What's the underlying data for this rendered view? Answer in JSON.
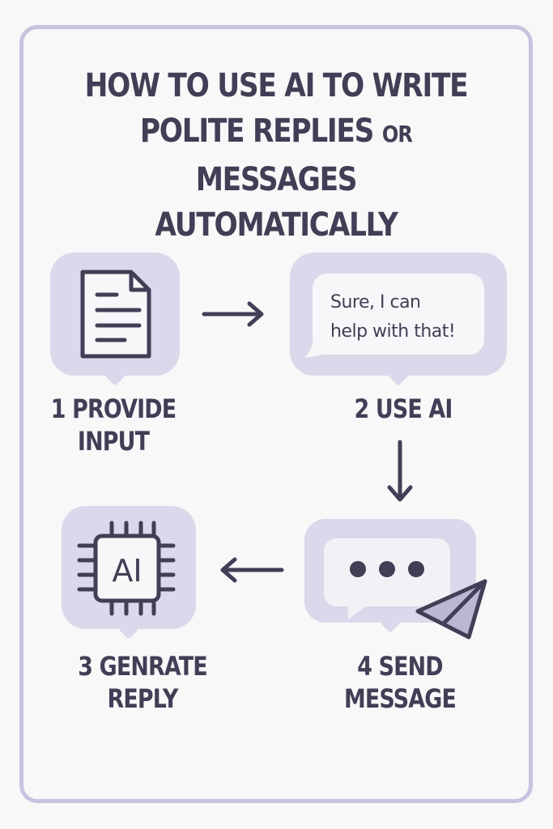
{
  "title": {
    "line1": "HOW TO USE AI TO WRITE",
    "line2_part1": "POLITE REPLIES",
    "line2_connector": "OR",
    "line2_part2": "MESSAGES",
    "line3": "AUTOMATICALLY"
  },
  "colors": {
    "background": "#f9f7f8",
    "frame_border": "#c8c3de",
    "card_fill": "#dcd7ea",
    "text": "#433d56",
    "bubble_inner": "#f8f6f8"
  },
  "steps": [
    {
      "number": "1",
      "label_line1": "1 PROVIDE",
      "label_line2": "INPUT",
      "icon": "document-icon"
    },
    {
      "number": "2",
      "label_line1": "2 USE AI",
      "label_line2": "",
      "icon": "speech-bubble-icon",
      "bubble_text_line1": "Sure, I can",
      "bubble_text_line2": "help with that!"
    },
    {
      "number": "3",
      "label_line1": "3 GENRATE",
      "label_line2": "REPLY",
      "icon": "ai-chip-icon",
      "chip_text": "AI"
    },
    {
      "number": "4",
      "label_line1": "4 SEND",
      "label_line2": "MESSAGE",
      "icon": "chat-send-icon"
    }
  ],
  "flow": [
    {
      "from": "1",
      "to": "2",
      "direction": "right"
    },
    {
      "from": "2",
      "to": "4",
      "direction": "down"
    },
    {
      "from": "4",
      "to": "3",
      "direction": "left"
    }
  ]
}
